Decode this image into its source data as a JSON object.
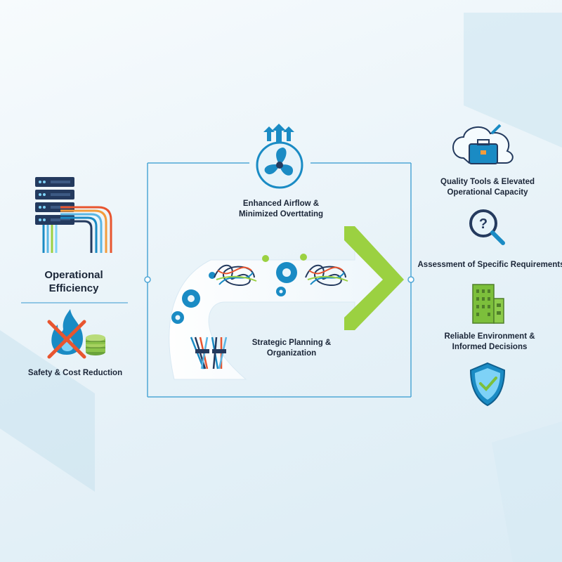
{
  "left": {
    "title": "Operational Efficiency",
    "subtitle": "Safety & Cost Reduction"
  },
  "center": {
    "airflow_label": "Enhanced Airflow & Minimized Overttating",
    "planning_label": "Strategic Planning & Organization"
  },
  "right": {
    "item1": "Quality Tools & Elevated Operational Capacity",
    "item2": "Assessment of Specific Requirements",
    "item3": "Reliable Environment & Informed Decisions"
  },
  "colors": {
    "primary_blue": "#1a8bc4",
    "arrow_green": "#9bd141",
    "cable_red": "#e8552f",
    "cable_orange": "#f39c3c",
    "dark_navy": "#243a5e",
    "building_green": "#7cbf3b"
  },
  "icons": [
    "server-rack-icon",
    "no-fire-icon",
    "coin-stack-icon",
    "fan-icon",
    "up-arrows-icon",
    "gear-icon",
    "tangled-cables-icon",
    "cable-bundle-icon",
    "cloud-toolbox-icon",
    "magnifier-question-icon",
    "office-building-icon",
    "shield-check-icon"
  ]
}
